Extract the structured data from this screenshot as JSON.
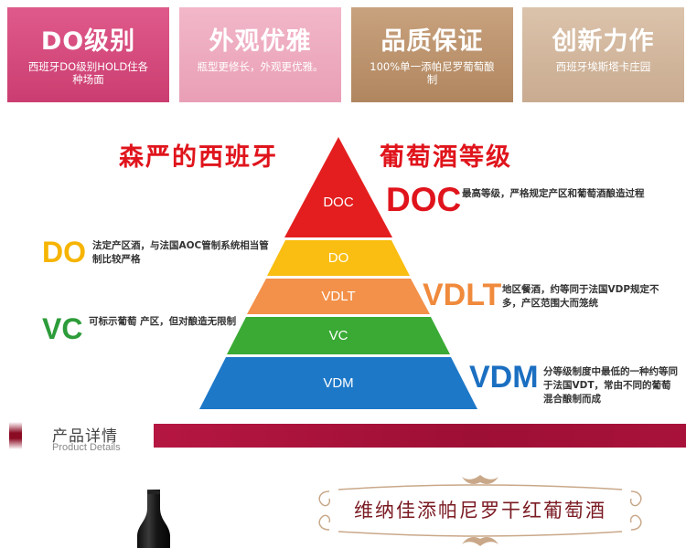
{
  "feature_cards": [
    {
      "title": "DO级别",
      "description": "西班牙DO级别HOLD住各种场面",
      "color": "#d84a7e"
    },
    {
      "title": "外观优雅",
      "description": "瓶型更修长，外观更优雅。",
      "color": "#efaec2"
    },
    {
      "title": "品质保证",
      "description": "100%单一添帕尼罗葡萄酿制",
      "color": "#bf9670"
    },
    {
      "title": "创新力作",
      "description": "西班牙埃斯塔卡庄园",
      "color": "#d4b99f"
    }
  ],
  "pyramid_section": {
    "headline_left": "森严的西班牙",
    "headline_right": "葡萄酒等级",
    "tiers": [
      {
        "label": "DOC",
        "color": "#e41e1e"
      },
      {
        "label": "DO",
        "color": "#f9be11"
      },
      {
        "label": "VDLT",
        "color": "#f3914a"
      },
      {
        "label": "VC",
        "color": "#3aaa35"
      },
      {
        "label": "VDM",
        "color": "#1d78c8"
      }
    ],
    "annotations": {
      "doc": {
        "code": "DOC",
        "text": "最高等级，严格规定产区和葡萄酒酿造过程",
        "color": "#e0141c"
      },
      "do": {
        "code": "DO",
        "text": "法定产区酒，与法国AOC管制系统相当管制比较严格",
        "color": "#f6b400"
      },
      "vdlt": {
        "code": "VDLT",
        "text": "地区餐酒，约等同于法国VDP规定不多，产区范围大而笼统",
        "color": "#f08a3c"
      },
      "vc": {
        "code": "VC",
        "text": "可标示葡萄 产区，但对酿造无限制",
        "color": "#2d9c3a"
      },
      "vdm": {
        "code": "VDM",
        "text": "分等级制度中最低的一种约等同于法国VDT，常由不同的葡萄混合酿制而成",
        "color": "#1b6fc1"
      }
    }
  },
  "product_details": {
    "title": "产品详情",
    "subtitle": "Product Details",
    "accent_color": "#a51139",
    "product_name": "维纳佳添帕尼罗干红葡萄酒"
  },
  "icons": {
    "bottle": "wine-bottle-icon",
    "ornament": "ornamental-frame-icon"
  }
}
